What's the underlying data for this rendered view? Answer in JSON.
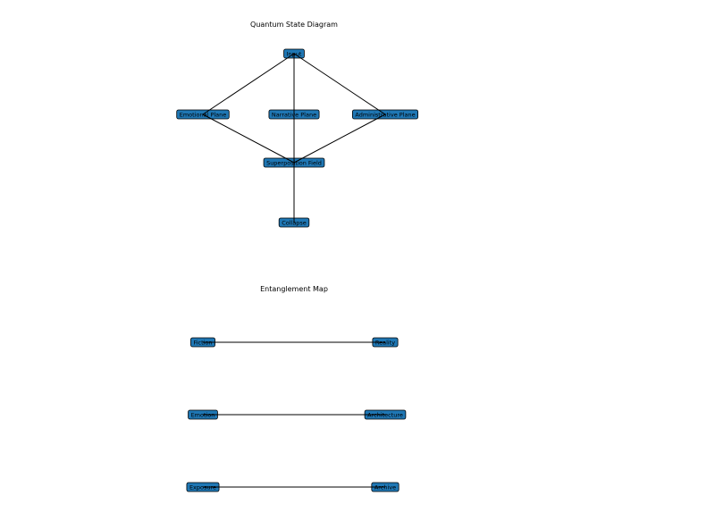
{
  "diagrams": [
    {
      "id": "quantum",
      "title": "Quantum State Diagram",
      "nodes": [
        {
          "id": "input",
          "label": "Input"
        },
        {
          "id": "emotional",
          "label": "Emotional Plane"
        },
        {
          "id": "narrative",
          "label": "Narrative Plane"
        },
        {
          "id": "administrative",
          "label": "Administrative Plane"
        },
        {
          "id": "superposition",
          "label": "Superposition Field"
        },
        {
          "id": "collapse",
          "label": "Collapse"
        }
      ],
      "edges": [
        [
          "input",
          "emotional"
        ],
        [
          "input",
          "narrative"
        ],
        [
          "input",
          "administrative"
        ],
        [
          "emotional",
          "superposition"
        ],
        [
          "narrative",
          "superposition"
        ],
        [
          "administrative",
          "superposition"
        ],
        [
          "superposition",
          "collapse"
        ]
      ]
    },
    {
      "id": "entanglement",
      "title": "Entanglement Map",
      "nodes": [
        {
          "id": "fiction",
          "label": "Fiction"
        },
        {
          "id": "reality",
          "label": "Reality"
        },
        {
          "id": "emotion",
          "label": "Emotion"
        },
        {
          "id": "architecture",
          "label": "Architecture"
        },
        {
          "id": "exposure",
          "label": "Exposure"
        },
        {
          "id": "archive",
          "label": "Archive"
        }
      ],
      "edges": [
        [
          "fiction",
          "reality"
        ],
        [
          "emotion",
          "architecture"
        ],
        [
          "exposure",
          "archive"
        ]
      ]
    }
  ],
  "colors": {
    "node_fill": "#1f77b4",
    "node_stroke": "#000000",
    "edge": "#000000",
    "background": "#ffffff"
  }
}
